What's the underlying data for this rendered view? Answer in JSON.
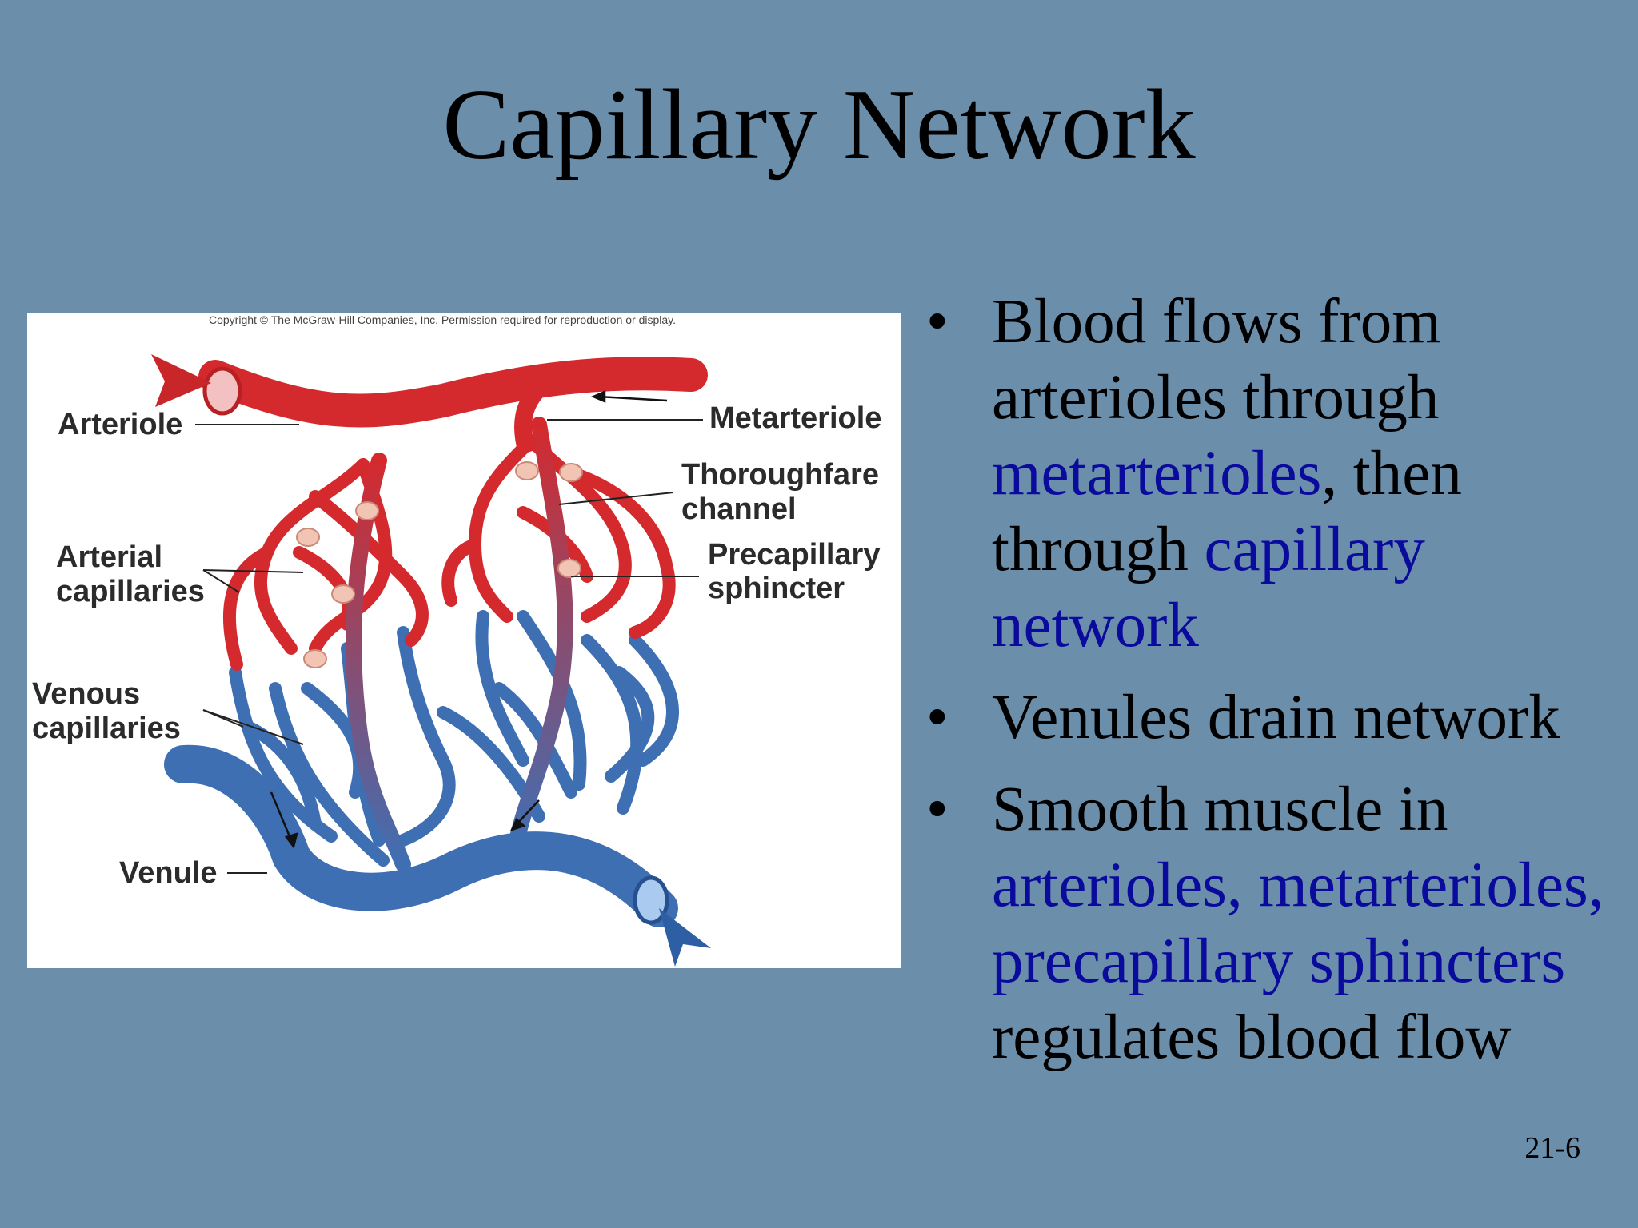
{
  "slide": {
    "title": "Capillary Network",
    "number": "21-6"
  },
  "figure": {
    "copyright": "Copyright © The McGraw-Hill Companies, Inc. Permission required for reproduction or display.",
    "labels": {
      "arteriole": "Arteriole",
      "metarteriole": "Metarteriole",
      "thoroughfare_1": "Thoroughfare",
      "thoroughfare_2": "channel",
      "arterial_1": "Arterial",
      "arterial_2": "capillaries",
      "precapillary_1": "Precapillary",
      "precapillary_2": "sphincter",
      "venous_1": "Venous",
      "venous_2": "capillaries",
      "venule": "Venule"
    },
    "colors": {
      "arterial": "#d42a2e",
      "venous": "#3f6fb3",
      "sphincter": "#f2c4b4"
    }
  },
  "bullets": [
    {
      "a1": "Blood flows from",
      "a2": "arterioles through",
      "b1": "metarterioles",
      "a3": ", then",
      "a4": "through ",
      "b2": "capillary",
      "b3": "network"
    },
    {
      "a1": "Venules drain network"
    },
    {
      "a1": "Smooth muscle in",
      "b1": "arterioles, metarterioles,",
      "b2": "precapillary sphincters",
      "a2": "regulates blood flow"
    }
  ],
  "bullet_symbol": "•",
  "colors": {
    "background": "#6b8eab",
    "emphasis": "#0a0a9c",
    "vignette": "#0a14b8"
  }
}
